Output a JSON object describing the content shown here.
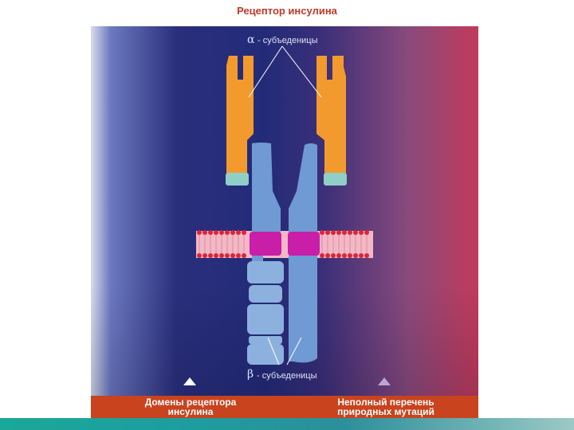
{
  "slide": {
    "title": "Рецептор инсулина"
  },
  "diagram": {
    "alpha_symbol": "α",
    "alpha_text": "- субъеденицы",
    "beta_symbol": "β",
    "beta_text": "- субъеденицы",
    "colors": {
      "alpha": "#f39a2e",
      "alpha_tip": "#8fcfc7",
      "beta": "#6f9ad3",
      "beta_segment": "#8cb1de",
      "membrane": "#f2b8c6",
      "lipid_head": "#d7263d",
      "transmembrane": "#c81ea8"
    }
  },
  "bottom_bar": {
    "left_label": "Домены рецептора инсулина",
    "right_label": "Неполный перечень природных мутаций",
    "color": "#c8431e"
  }
}
